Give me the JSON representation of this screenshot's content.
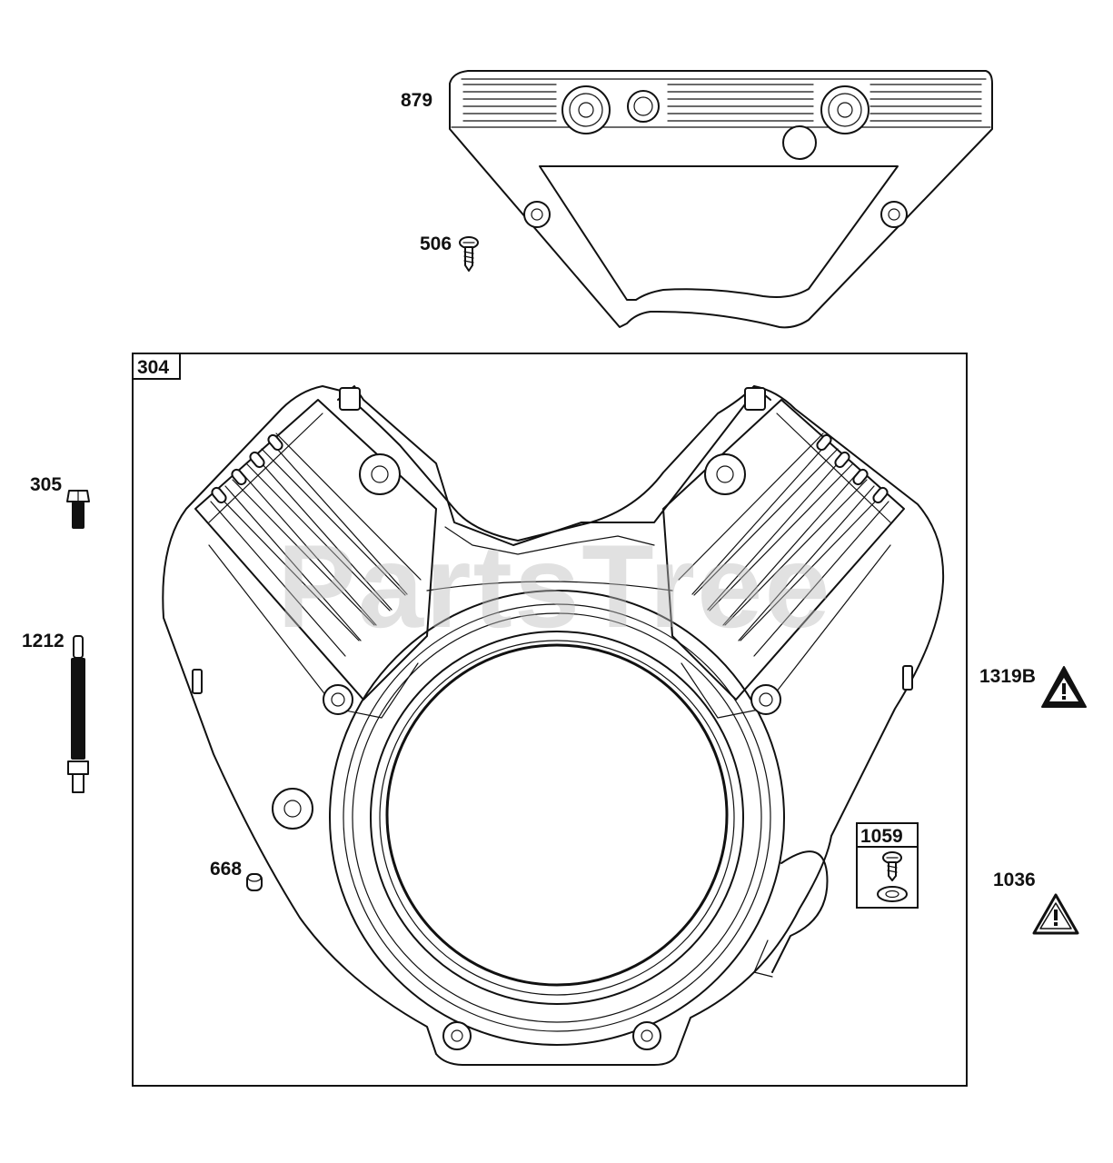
{
  "diagram": {
    "watermark": "PartsTree",
    "parts": {
      "p879": "879",
      "p506": "506",
      "p304": "304",
      "p305": "305",
      "p1212": "1212",
      "p668": "668",
      "p1059": "1059",
      "p1319b": "1319B",
      "p1036": "1036"
    },
    "icons": {
      "valve_cover": "valve-cover-icon",
      "screw": "screw-icon",
      "blower_housing": "blower-housing-icon",
      "bolt": "bolt-icon",
      "stud": "stud-icon",
      "plug": "plug-icon",
      "screw_kit": "screw-kit-icon",
      "warning": "warning-triangle-icon"
    }
  }
}
